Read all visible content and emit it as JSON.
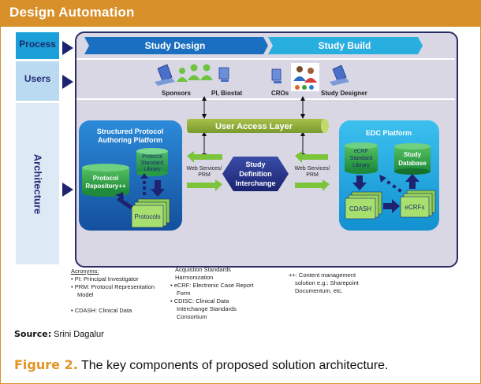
{
  "header": {
    "title": "Design Automation"
  },
  "rows": {
    "process": "Process",
    "users": "Users",
    "architecture": "Architecture"
  },
  "process_bar": {
    "study_design": "Study Design",
    "study_build": "Study Build"
  },
  "users": {
    "sponsors": "Sponsors",
    "pi_biostat": "PI, Biostat",
    "cros": "CROs",
    "study_designer": "Study Designer"
  },
  "architecture": {
    "user_access_layer": "User Access Layer",
    "spap": {
      "title_line1": "Structured Protocol",
      "title_line2": "Authoring Platform",
      "repo_line1": "Protocol",
      "repo_line2": "Repository++",
      "lib_line1": "Protocol",
      "lib_line2": "Standard",
      "lib_line3": "Library",
      "protocols": "Protocols"
    },
    "sdi": {
      "line1": "Study",
      "line2": "Definition",
      "line3": "Interchange"
    },
    "ws_left": {
      "line1": "Web Services/",
      "line2": "PRM"
    },
    "ws_right": {
      "line1": "Web Services/",
      "line2": "PRM"
    },
    "edc": {
      "title": "EDC Platform",
      "lib_line1": "eCRF",
      "lib_line2": "Standard",
      "lib_line3": "Library",
      "db_line1": "Study",
      "db_line2": "Database",
      "cdash": "CDASH",
      "ecrfs": "eCRFs"
    }
  },
  "acronyms": {
    "title": "Acronyms:",
    "col1": [
      "• PI: Principal Investigator",
      "• PRM: Protocol Representation",
      "   Model",
      "",
      "• CDASH: Clinical Data"
    ],
    "col2": [
      "Acquistion Standards",
      "Harmonization",
      "• eCRF: Electronic Case Report",
      "  Form",
      "• CDISC: Clinical Data",
      "  Interchange Standards",
      "  Consortium"
    ],
    "col3": [
      "++: Content management",
      "  solution e.g.: Sharepoint",
      "  Documentum, etc."
    ]
  },
  "source": {
    "label": "Source:",
    "value": " Srini Dagalur"
  },
  "caption": {
    "label": "Figure 2.",
    "text": " The key components of proposed solution architecture."
  },
  "colors": {
    "accent_orange": "#d8902a",
    "navy": "#1d2370",
    "blue": "#1a6fc0",
    "cyan": "#29aee0",
    "green": "#5cb82e",
    "olive": "#8aa83a"
  }
}
